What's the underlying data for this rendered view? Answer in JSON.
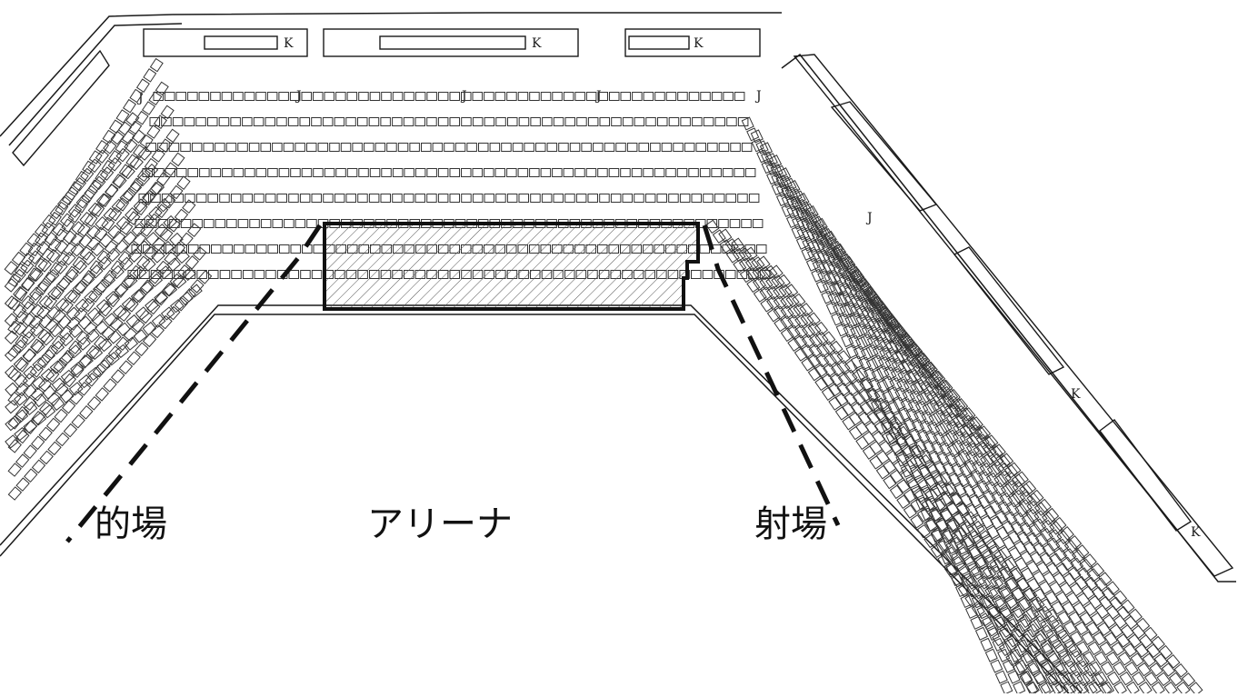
{
  "labels": {
    "target_area": "的場",
    "arena": "アリーナ",
    "shooting_area": "射場"
  },
  "row_marks": {
    "j": "J",
    "k": "K"
  },
  "colors": {
    "ink": "#1a1a1a",
    "seat_line": "#333333",
    "highlight_border": "#111111",
    "hatch": "#555555",
    "background": "#ffffff"
  }
}
